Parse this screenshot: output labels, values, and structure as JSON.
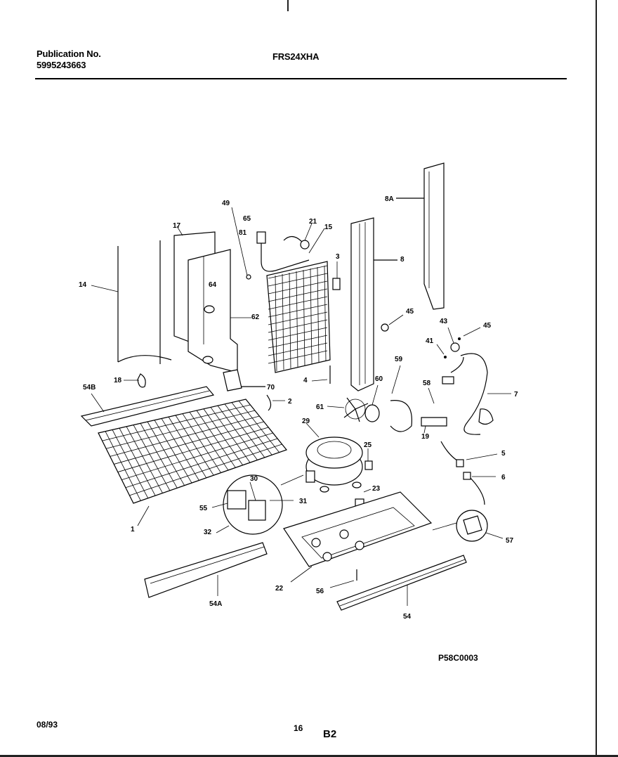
{
  "header": {
    "publication_label": "Publication No.",
    "publication_number": "5995243663",
    "model": "FRS24XHA"
  },
  "diagram": {
    "code": "P58C0003",
    "labels": [
      {
        "id": "l-8a",
        "text": "8A"
      },
      {
        "id": "l-8",
        "text": "8"
      },
      {
        "id": "l-49",
        "text": "49"
      },
      {
        "id": "l-65",
        "text": "65"
      },
      {
        "id": "l-81",
        "text": "81"
      },
      {
        "id": "l-21",
        "text": "21"
      },
      {
        "id": "l-15",
        "text": "15"
      },
      {
        "id": "l-17",
        "text": "17"
      },
      {
        "id": "l-3",
        "text": "3"
      },
      {
        "id": "l-14",
        "text": "14"
      },
      {
        "id": "l-64",
        "text": "64"
      },
      {
        "id": "l-62",
        "text": "62"
      },
      {
        "id": "l-45a",
        "text": "45"
      },
      {
        "id": "l-43",
        "text": "43"
      },
      {
        "id": "l-45b",
        "text": "45"
      },
      {
        "id": "l-41",
        "text": "41"
      },
      {
        "id": "l-18",
        "text": "18"
      },
      {
        "id": "l-70",
        "text": "70"
      },
      {
        "id": "l-4",
        "text": "4"
      },
      {
        "id": "l-59",
        "text": "59"
      },
      {
        "id": "l-7",
        "text": "7"
      },
      {
        "id": "l-54b",
        "text": "54B"
      },
      {
        "id": "l-2",
        "text": "2"
      },
      {
        "id": "l-60",
        "text": "60"
      },
      {
        "id": "l-58",
        "text": "58"
      },
      {
        "id": "l-61",
        "text": "61"
      },
      {
        "id": "l-29",
        "text": "29"
      },
      {
        "id": "l-19",
        "text": "19"
      },
      {
        "id": "l-25",
        "text": "25"
      },
      {
        "id": "l-5",
        "text": "5"
      },
      {
        "id": "l-6",
        "text": "6"
      },
      {
        "id": "l-30",
        "text": "30"
      },
      {
        "id": "l-23",
        "text": "23"
      },
      {
        "id": "l-55",
        "text": "55"
      },
      {
        "id": "l-31",
        "text": "31"
      },
      {
        "id": "l-1",
        "text": "1"
      },
      {
        "id": "l-32",
        "text": "32"
      },
      {
        "id": "l-57",
        "text": "57"
      },
      {
        "id": "l-22",
        "text": "22"
      },
      {
        "id": "l-56",
        "text": "56"
      },
      {
        "id": "l-54a",
        "text": "54A"
      },
      {
        "id": "l-54",
        "text": "54"
      }
    ]
  },
  "footer": {
    "date": "08/93",
    "page": "16",
    "section": "B2"
  }
}
